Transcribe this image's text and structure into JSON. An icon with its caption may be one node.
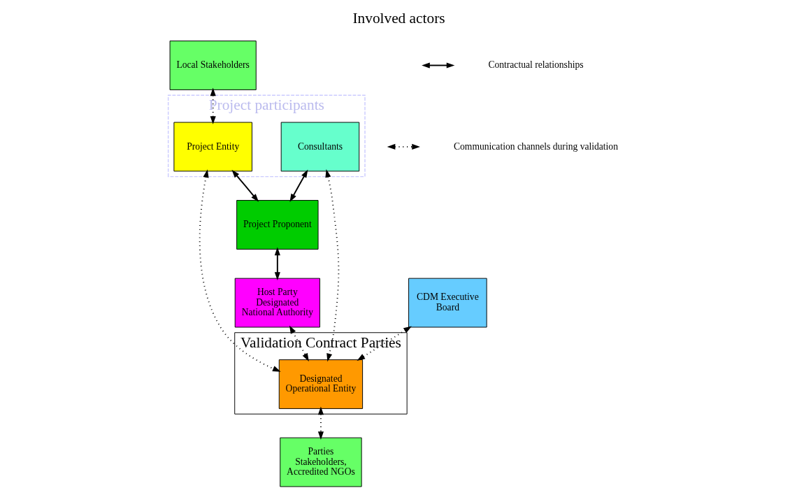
{
  "diagram": {
    "title": "Involved actors",
    "nodes": [
      {
        "text": [
          "Local Stakeholders"
        ]
      },
      {
        "text": [
          "Project participants"
        ]
      },
      {
        "text": [
          "Project Entity"
        ],
        "in": 1
      },
      {
        "text": [
          "CDM Executive Board"
        ]
      },
      {
        "text": [
          "Validation Contract Parties"
        ]
      },
      {
        "text": [
          "Consultants"
        ],
        "in": 1
      },
      {
        "text": [
          "Project Proponent"
        ]
      },
      {
        "text": [
          "Designated Operational Entity"
        ],
        "in": 4
      },
      {
        "text": [
          "Host Party Designated National Authority"
        ]
      },
      {
        "text": [
          "Parties Stakeholders, Accredited NGOs"
        ]
      }
    ],
    "edges": [
      {
        "from": 0,
        "to": 2,
        "arrow": "both",
        "style": "dashed"
      },
      {
        "from": 2,
        "to": 6,
        "arrow": "both"
      },
      {
        "from": 2,
        "to": 7,
        "arrow": "both",
        "style": "dashed"
      },
      {
        "from": 3,
        "to": 7,
        "arrow": "both",
        "style": "dashed"
      },
      {
        "from": 5,
        "to": 6,
        "arrow": "both"
      },
      {
        "from": 5,
        "to": 7,
        "arrow": "both",
        "style": "dashed"
      },
      {
        "from": 6,
        "to": 8,
        "arrow": "both"
      },
      {
        "from": 8,
        "to": 7,
        "arrow": "both",
        "style": "dashed"
      },
      {
        "from": 7,
        "to": 9,
        "arrow": "both",
        "style": "dashed"
      }
    ],
    "legend": [
      {
        "text": "Contractual relationships"
      },
      {
        "text": "Communication channels during validation"
      }
    ]
  }
}
